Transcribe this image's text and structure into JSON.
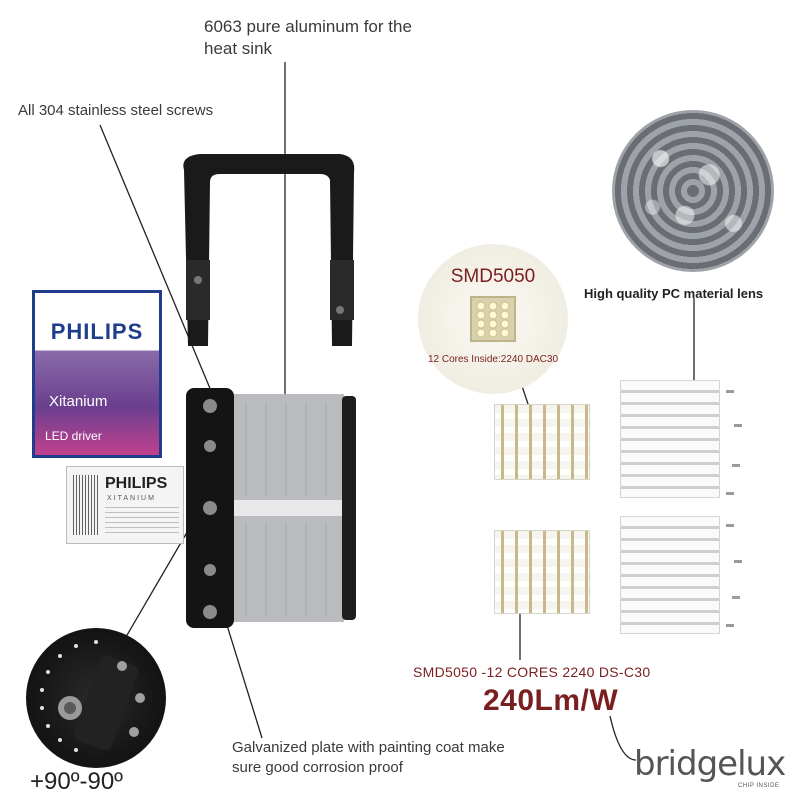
{
  "callouts": {
    "heat_sink": "6063 pure aluminum for the heat sink",
    "screws": "All 304 stainless steel screws",
    "galvanized": "Galvanized plate with painting coat make sure good corrosion proof",
    "angle": "+90º-90º",
    "lens": "High quality PC material lens"
  },
  "driver": {
    "brand": "PHILIPS",
    "series": "Xitanium",
    "type": "LED driver",
    "card_brand": "PHILIPS",
    "card_series": "XITANIUM"
  },
  "chip": {
    "title": "SMD5050",
    "caption": "12 Cores Inside:2240 DAC30"
  },
  "specs": {
    "led_line": "SMD5050 -12 CORES  2240 DS-C30",
    "efficacy": "240Lm/W"
  },
  "brand_logo": {
    "name": "bridgelux",
    "tagline": "CHIP INSIDE"
  },
  "colors": {
    "accent_maroon": "#7a1f1f",
    "philips_blue": "#1f3d8a",
    "philips_purple": "#6a3f8f"
  }
}
